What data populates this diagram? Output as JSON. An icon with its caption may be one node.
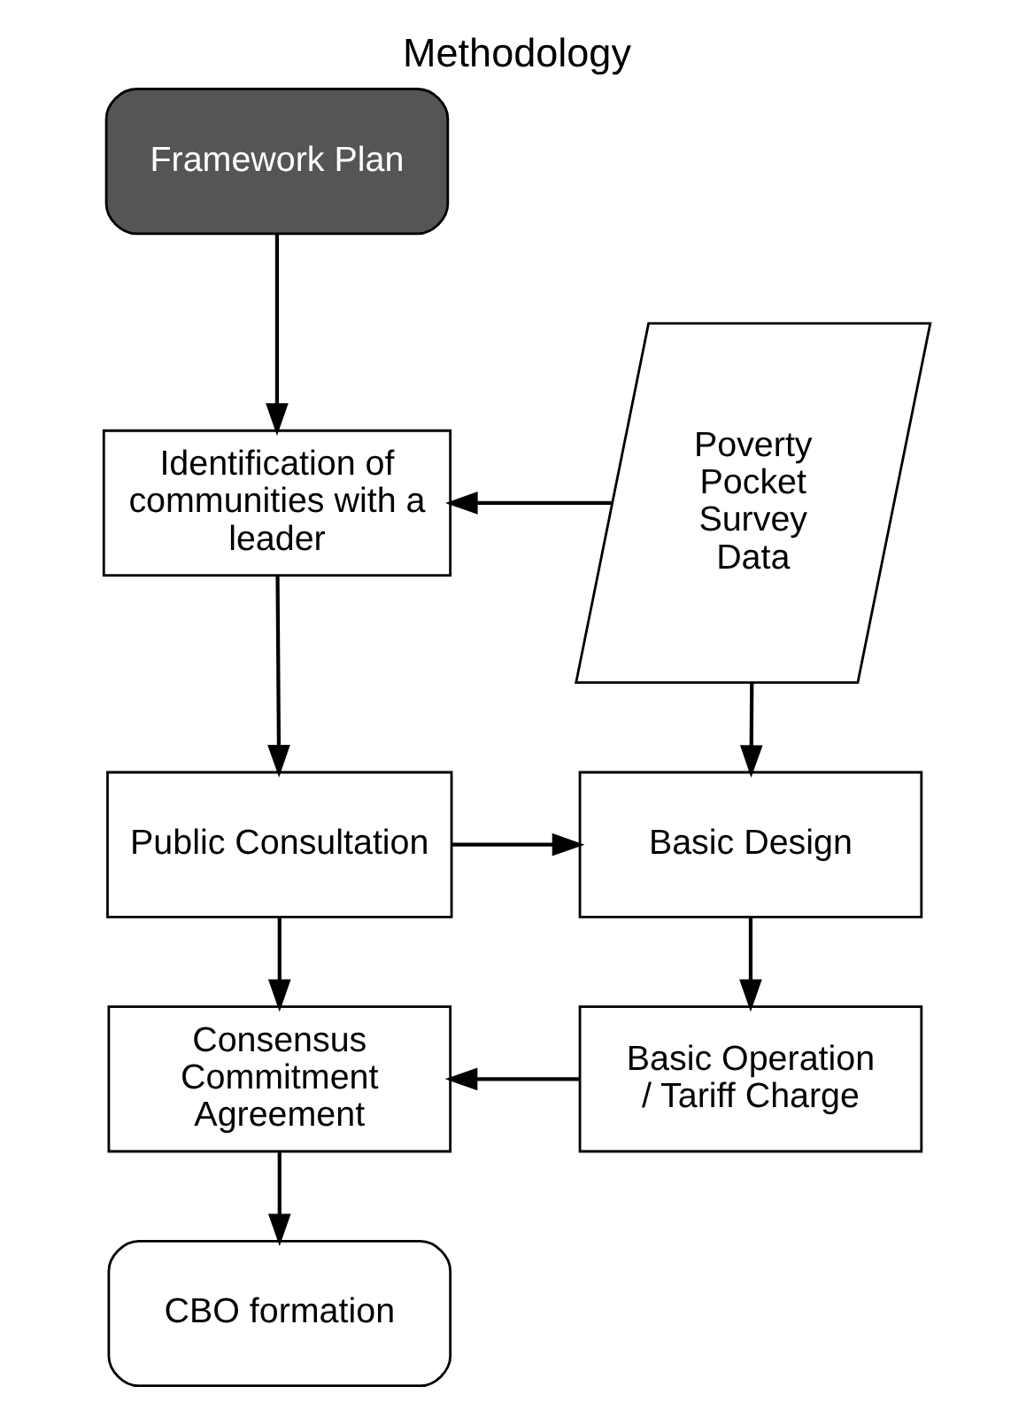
{
  "diagram": {
    "title": "Methodology",
    "nodes": [
      {
        "text": [
          "Framework Plan"
        ]
      },
      {
        "text": [
          "Identification of communities with a leader"
        ]
      },
      {
        "text": [
          "Poverty Pocket Survey Data"
        ]
      },
      {
        "text": [
          "Public Consultation"
        ]
      },
      {
        "text": [
          "Basic Design"
        ]
      },
      {
        "text": [
          "Consensus Commitment Agreement"
        ]
      },
      {
        "text": [
          "Basic Operation / Tariff Charge"
        ]
      },
      {
        "text": [
          "CBO formation"
        ]
      }
    ],
    "edges": [
      {
        "from": 0,
        "to": 1,
        "arrow": "to"
      },
      {
        "from": 2,
        "to": 1,
        "arrow": "to"
      },
      {
        "from": 1,
        "to": 3,
        "arrow": "to"
      },
      {
        "from": 2,
        "to": 4,
        "arrow": "to"
      },
      {
        "from": 3,
        "to": 4,
        "arrow": "to"
      },
      {
        "from": 4,
        "to": 6,
        "arrow": "to"
      },
      {
        "from": 3,
        "to": 5,
        "arrow": "to"
      },
      {
        "from": 6,
        "to": 5,
        "arrow": "to"
      },
      {
        "from": 5,
        "to": 7,
        "arrow": "to"
      }
    ]
  }
}
